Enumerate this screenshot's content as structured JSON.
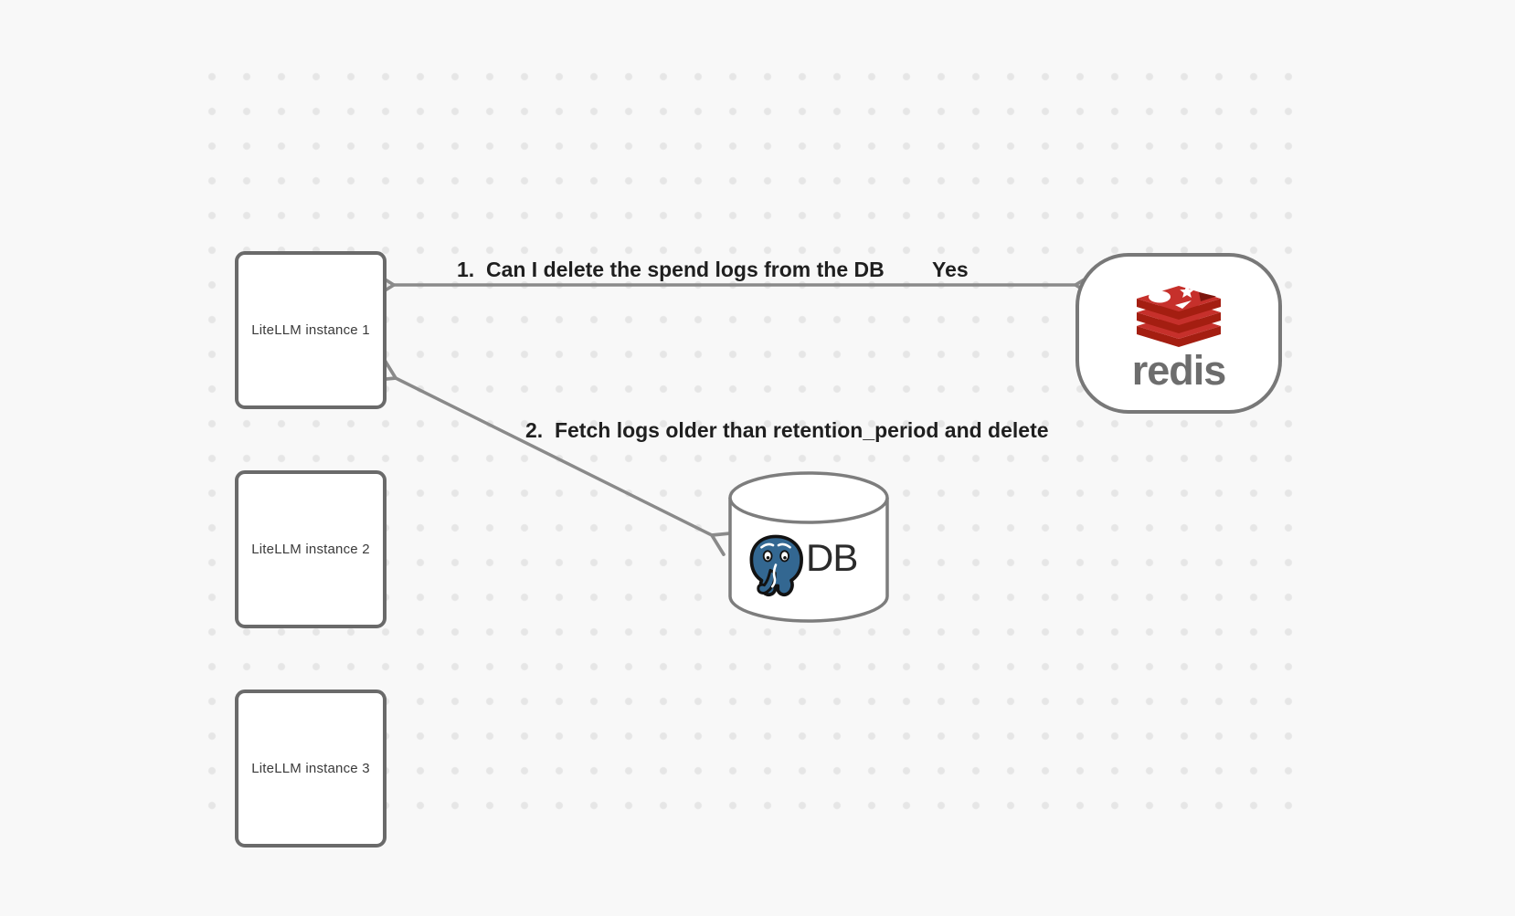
{
  "diagram": {
    "instances": [
      {
        "label": "LiteLLM instance 1"
      },
      {
        "label": "LiteLLM instance 2"
      },
      {
        "label": "LiteLLM instance 3"
      }
    ],
    "redis": {
      "wordmark": "redis"
    },
    "db": {
      "label": "DB"
    },
    "edges": {
      "edge1_label": "1.  Can I delete the spend logs from the DB",
      "edge1_response": "Yes",
      "edge2_label": "2.  Fetch logs older than retention_period and delete"
    },
    "colors": {
      "background": "#f8f8f8",
      "dot": "#e6e6e6",
      "node_border": "#6a6a6a",
      "arrow": "#8a8a8a",
      "label_text": "#1f1f1f",
      "redis_red": "#c6302b",
      "redis_dark_red": "#a41e11",
      "redis_wordmark_gray": "#6d6d6d",
      "postgres_blue": "#336791"
    }
  }
}
